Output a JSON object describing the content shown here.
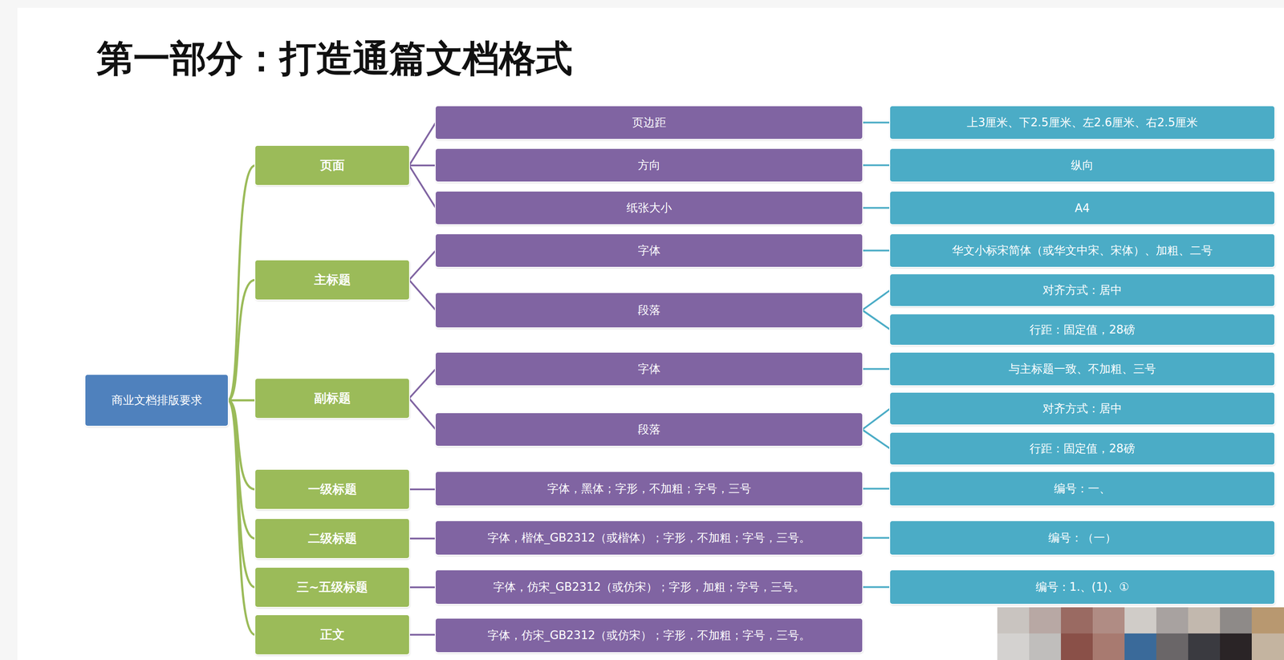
{
  "diagram": {
    "title": "第一部分：打造通篇文档格式",
    "nodes": [
      {
        "text": [
          "商业文档排版要求"
        ]
      },
      {
        "text": [
          "页面"
        ]
      },
      {
        "text": [
          "页边距"
        ]
      },
      {
        "text": [
          "上3厘米、下2.5厘米、左2.6厘米、右2.5厘米"
        ]
      },
      {
        "text": [
          "方向"
        ]
      },
      {
        "text": [
          "纵向"
        ]
      },
      {
        "text": [
          "纸张大小"
        ]
      },
      {
        "text": [
          "A4"
        ]
      },
      {
        "text": [
          "主标题"
        ]
      },
      {
        "text": [
          "字体"
        ]
      },
      {
        "text": [
          "华文小标宋简体（或华文中宋、宋体）、加粗、二号"
        ]
      },
      {
        "text": [
          "段落"
        ]
      },
      {
        "text": [
          "对齐方式：居中"
        ]
      },
      {
        "text": [
          "行距：固定值，28磅"
        ]
      },
      {
        "text": [
          "副标题"
        ]
      },
      {
        "text": [
          "字体"
        ]
      },
      {
        "text": [
          "与主标题一致、不加粗、三号"
        ]
      },
      {
        "text": [
          "段落"
        ]
      },
      {
        "text": [
          "对齐方式：居中"
        ]
      },
      {
        "text": [
          "行距：固定值，28磅"
        ]
      },
      {
        "text": [
          "一级标题"
        ]
      },
      {
        "text": [
          "字体，黑体；字形，不加粗；字号，三号"
        ]
      },
      {
        "text": [
          "编号：一、"
        ]
      },
      {
        "text": [
          "二级标题"
        ]
      },
      {
        "text": [
          "字体，楷体_GB2312（或楷体）；字形，不加粗；字号，三号。"
        ]
      },
      {
        "text": [
          "编号：（一）"
        ]
      },
      {
        "text": [
          "三~五级标题"
        ]
      },
      {
        "text": [
          "字体，仿宋_GB2312（或仿宋）；字形，加粗；字号，三号。"
        ]
      },
      {
        "text": [
          "编号：1.、(1)、①"
        ]
      },
      {
        "text": [
          "正文"
        ]
      },
      {
        "text": [
          "字体，仿宋_GB2312（或仿宋）；字形，不加粗；字号，三号。"
        ]
      }
    ],
    "edges": [
      {
        "from": 0,
        "to": 1,
        "arrow": "none"
      },
      {
        "from": 0,
        "to": 8,
        "arrow": "none"
      },
      {
        "from": 0,
        "to": 14,
        "arrow": "none"
      },
      {
        "from": 0,
        "to": 20,
        "arrow": "none"
      },
      {
        "from": 0,
        "to": 23,
        "arrow": "none"
      },
      {
        "from": 0,
        "to": 26,
        "arrow": "none"
      },
      {
        "from": 0,
        "to": 29,
        "arrow": "none"
      },
      {
        "from": 1,
        "to": 2,
        "arrow": "none"
      },
      {
        "from": 1,
        "to": 4,
        "arrow": "none"
      },
      {
        "from": 1,
        "to": 6,
        "arrow": "none"
      },
      {
        "from": 2,
        "to": 3,
        "arrow": "none"
      },
      {
        "from": 4,
        "to": 5,
        "arrow": "none"
      },
      {
        "from": 6,
        "to": 7,
        "arrow": "none"
      },
      {
        "from": 8,
        "to": 9,
        "arrow": "none"
      },
      {
        "from": 8,
        "to": 11,
        "arrow": "none"
      },
      {
        "from": 9,
        "to": 10,
        "arrow": "none"
      },
      {
        "from": 11,
        "to": 12,
        "arrow": "none"
      },
      {
        "from": 11,
        "to": 13,
        "arrow": "none"
      },
      {
        "from": 14,
        "to": 15,
        "arrow": "none"
      },
      {
        "from": 14,
        "to": 17,
        "arrow": "none"
      },
      {
        "from": 15,
        "to": 16,
        "arrow": "none"
      },
      {
        "from": 17,
        "to": 18,
        "arrow": "none"
      },
      {
        "from": 17,
        "to": 19,
        "arrow": "none"
      },
      {
        "from": 20,
        "to": 21,
        "arrow": "none"
      },
      {
        "from": 21,
        "to": 22,
        "arrow": "none"
      },
      {
        "from": 23,
        "to": 24,
        "arrow": "none"
      },
      {
        "from": 24,
        "to": 25,
        "arrow": "none"
      },
      {
        "from": 26,
        "to": 27,
        "arrow": "none"
      },
      {
        "from": 27,
        "to": 28,
        "arrow": "none"
      },
      {
        "from": 29,
        "to": 30,
        "arrow": "none"
      }
    ]
  }
}
